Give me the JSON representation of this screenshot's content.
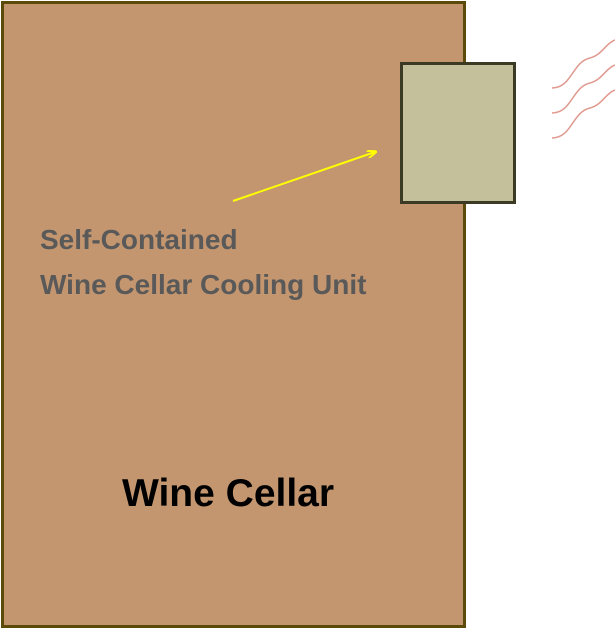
{
  "diagram": {
    "cellar_label": "Wine Cellar",
    "unit_label_line1": "Self-Contained",
    "unit_label_line2": "Wine Cellar Cooling Unit"
  },
  "colors": {
    "cellar_fill": "#c4966f",
    "cellar_border": "#5c4a0a",
    "unit_fill": "#c4c09c",
    "unit_border": "#3b3a24",
    "arrow": "#ffff00",
    "heat_waves": "#e09a90",
    "label_text": "#595959",
    "title_text": "#000000"
  }
}
